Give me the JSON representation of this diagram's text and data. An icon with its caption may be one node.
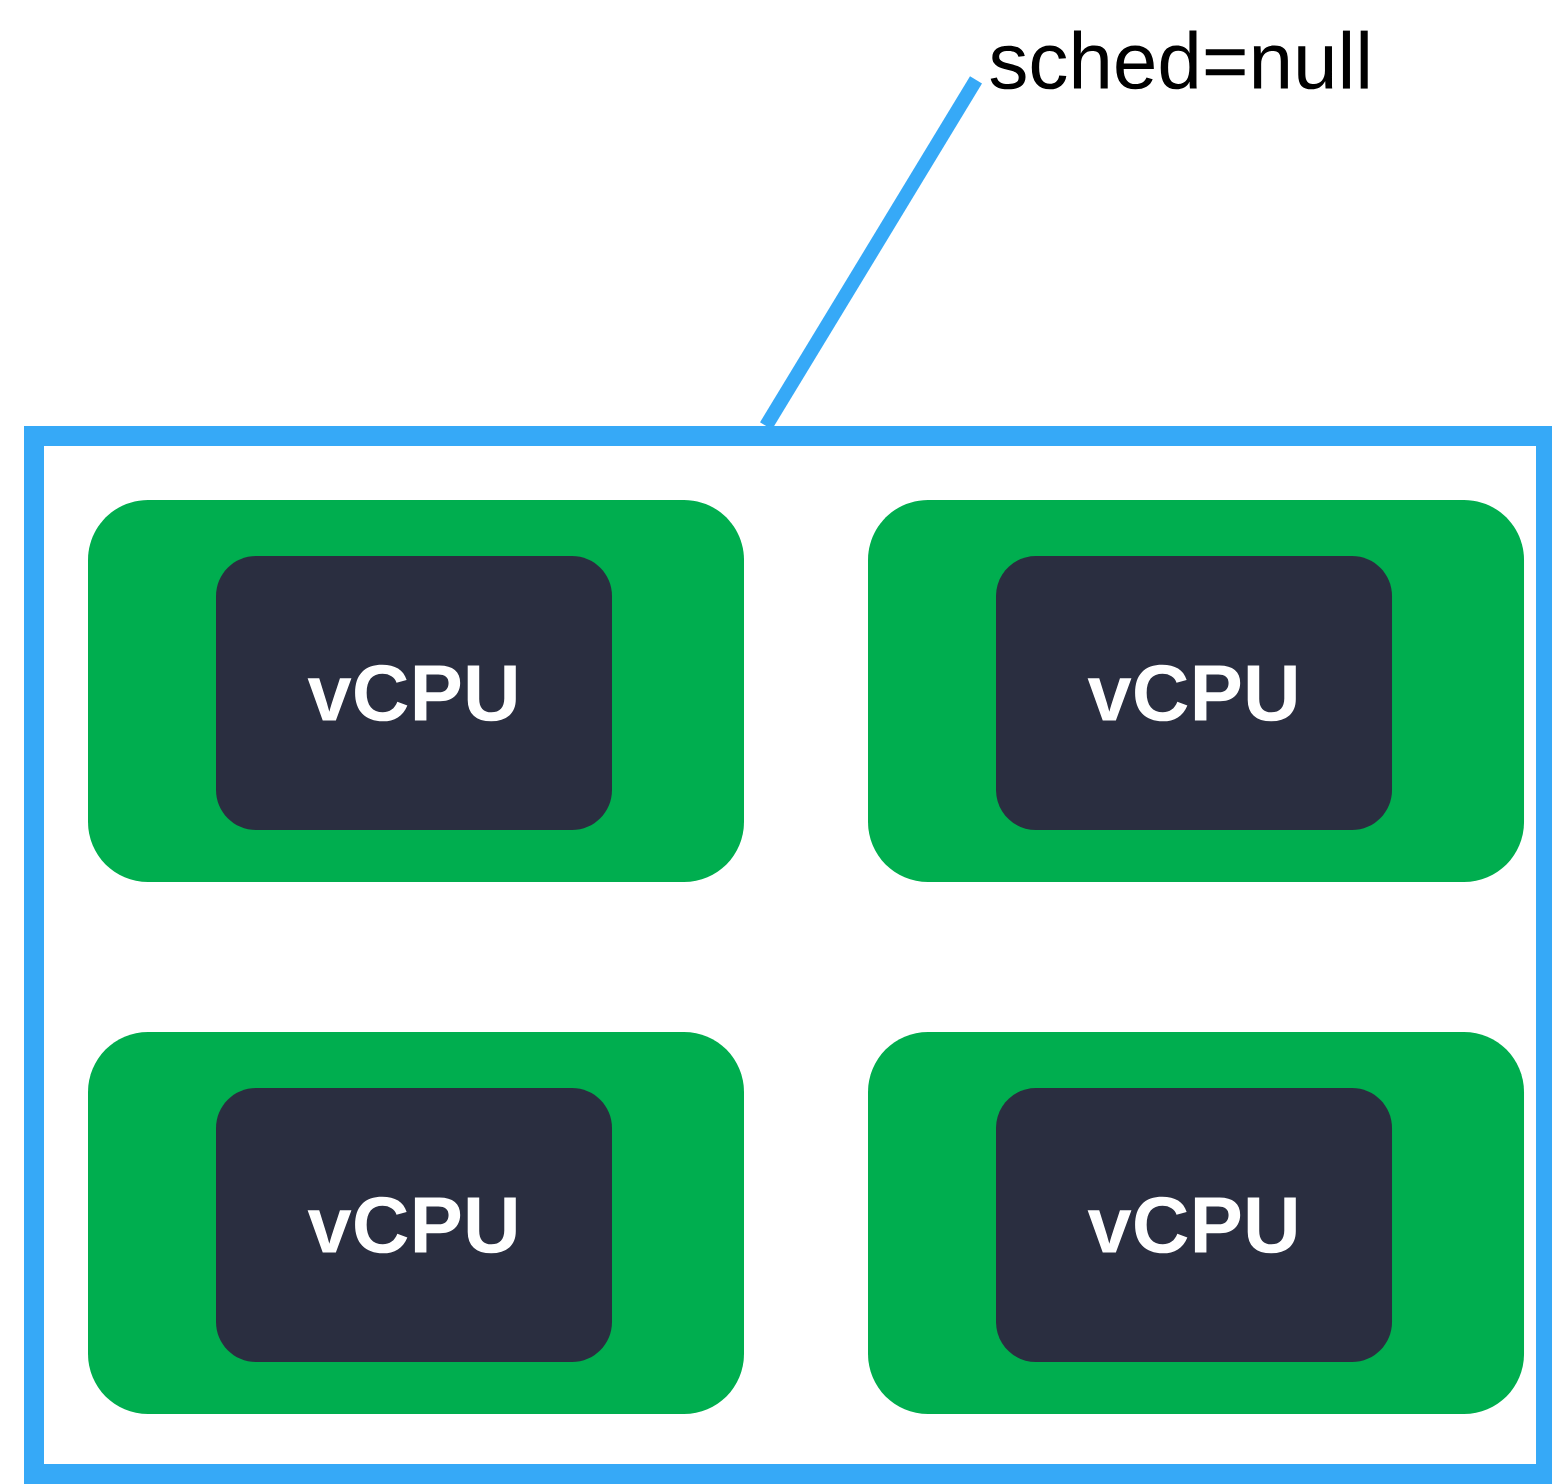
{
  "diagram": {
    "nodes": [
      {
        "text": [
          "sched=null"
        ]
      },
      {
        "text": [],
        "shape": "box"
      },
      {
        "text": [],
        "shape": "box",
        "in": 1
      },
      {
        "text": [
          "vCPU"
        ],
        "in": 2
      },
      {
        "text": [],
        "shape": "box",
        "in": 1
      },
      {
        "text": [
          "vCPU"
        ],
        "in": 4
      },
      {
        "text": [],
        "shape": "box",
        "in": 1
      },
      {
        "text": [
          "vCPU"
        ],
        "in": 6
      },
      {
        "text": [],
        "shape": "box",
        "in": 1
      },
      {
        "text": [
          "vCPU"
        ],
        "in": 8
      }
    ],
    "edges": [
      {
        "from": 0,
        "to": 1,
        "arrow": "none"
      }
    ]
  }
}
